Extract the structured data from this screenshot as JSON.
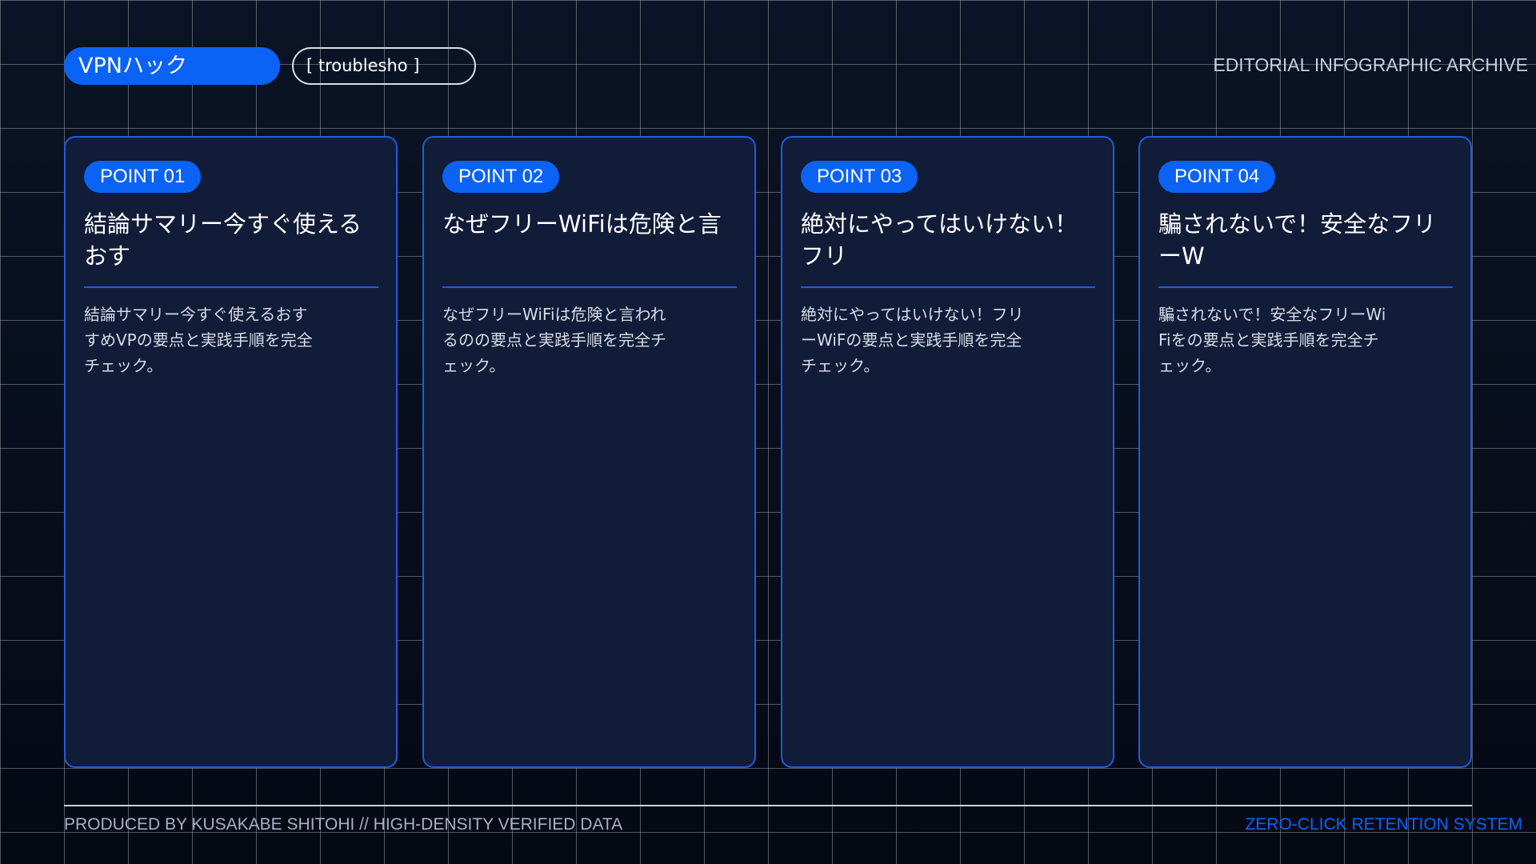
{
  "header": {
    "tag_main": "VPNハック",
    "tag_outline": "[ troublesho ]",
    "right_label": "EDITORIAL INFOGRAPHIC ARCHIVE"
  },
  "cards": [
    {
      "badge": "POINT 01",
      "title": "結論サマリー今すぐ使えるおす",
      "body": "結論サマリー今すぐ使えるおすすめVPの要点と実践手順を完全チェック。"
    },
    {
      "badge": "POINT 02",
      "title": "なぜフリーWiFiは危険と言",
      "body": "なぜフリーWiFiは危険と言われるのの要点と実践手順を完全チェック。"
    },
    {
      "badge": "POINT 03",
      "title": "絶対にやってはいけない！フリ",
      "body": "絶対にやってはいけない！フリーWiFの要点と実践手順を完全チェック。"
    },
    {
      "badge": "POINT 04",
      "title": "騙されないで！安全なフリーW",
      "body": "騙されないで！安全なフリーWiFiをの要点と実践手順を完全チェック。"
    }
  ],
  "footer": {
    "left": "PRODUCED BY KUSAKABE SHITOHI // HIGH-DENSITY VERIFIED DATA",
    "right": "ZERO-CLICK RETENTION SYSTEM"
  },
  "colors": {
    "accent": "#0b63f6",
    "card_border": "#1f5ddb",
    "card_bg": "#111c38",
    "page_bg": "#070b18"
  }
}
